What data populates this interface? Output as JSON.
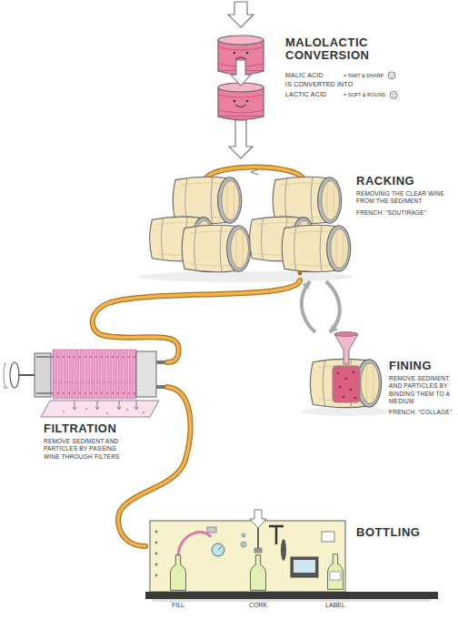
{
  "diagram": {
    "nodes": [
      {
        "text": [
          "MALOLACTIC CONVERSION",
          "MALIC ACID",
          "IS CONVERTED INTO",
          "LACTIC ACID"
        ]
      },
      {
        "text": [
          "RACKING",
          "REMOVING THE CLEAR WINE FROM THE SEDIMENT",
          "FRENCH: \"SOUTIRAGE\""
        ]
      },
      {
        "text": [
          "FINING",
          "REMOVE SEDIMENT AND PARTICLES BY BINDING THEM TO A MEDIUM",
          "FRENCH: \"COLLAGE\""
        ]
      },
      {
        "text": [
          "FILTRATION",
          "REMOVE SEDIMENT AND PARTICLES BY PASSING WINE THROUGH FILTERS"
        ]
      },
      {
        "text": [
          "BOTTLING"
        ]
      }
    ],
    "edges": [
      {
        "from": 0,
        "to": 1,
        "arrow": "to"
      },
      {
        "from": 1,
        "to": 2,
        "arrow": "both"
      },
      {
        "from": 1,
        "to": 3,
        "arrow": "none"
      },
      {
        "from": 3,
        "to": 4,
        "arrow": "none"
      }
    ],
    "labels": [
      "= TART & SHARP",
      "= SOFT & ROUND",
      "FILL",
      "CORK",
      "LABEL"
    ]
  }
}
